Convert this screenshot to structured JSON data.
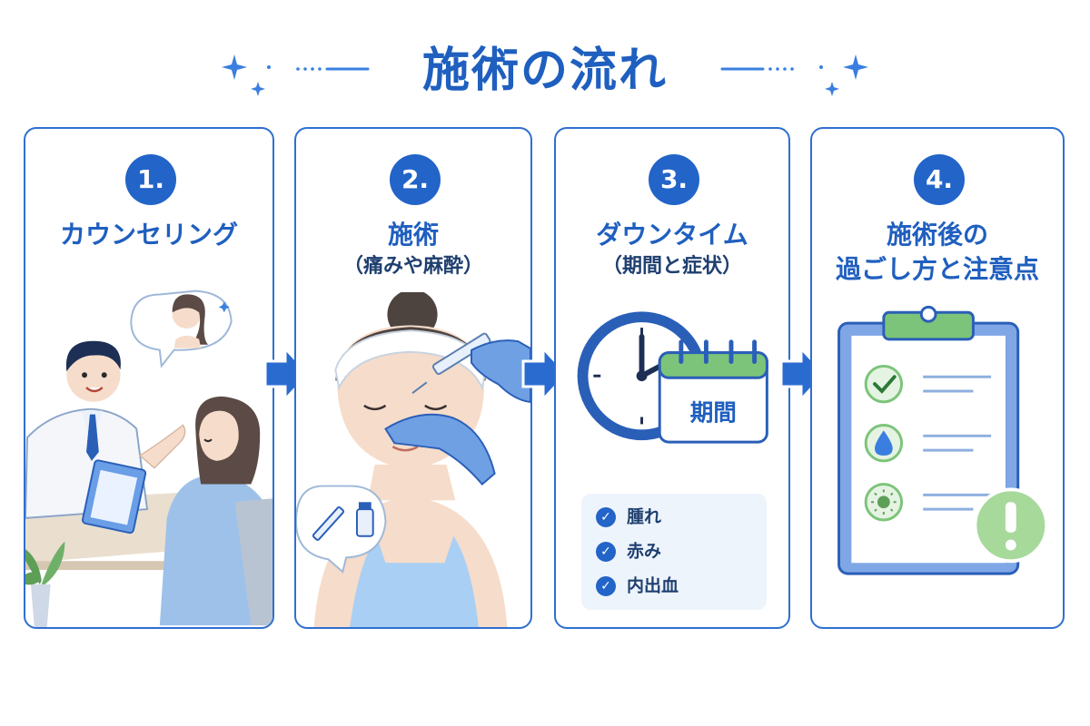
{
  "title": "施術の流れ",
  "colors": {
    "primary": "#2264c8",
    "title": "#1f5fbf",
    "border": "#2f6fd0",
    "accent_green": "#7cc47a",
    "skin": "#f6dccb"
  },
  "steps": [
    {
      "number": "1.",
      "title": "カウンセリング",
      "subtitle": "",
      "illustration": "doctor-patient-counseling"
    },
    {
      "number": "2.",
      "title": "施術",
      "subtitle": "（痛みや麻酔）",
      "illustration": "injection-treatment"
    },
    {
      "number": "3.",
      "title": "ダウンタイム",
      "subtitle": "（期間と症状）",
      "illustration": "clock-calendar",
      "calendar_label": "期間",
      "symptoms": [
        "腫れ",
        "赤み",
        "内出血"
      ]
    },
    {
      "number": "4.",
      "title": "施術後の",
      "title_line2": "過ごし方と注意点",
      "illustration": "clipboard-checklist",
      "checklist_icons": [
        "check-icon",
        "water-drop-icon",
        "sun-icon"
      ],
      "alert_icon": "exclamation-icon"
    }
  ]
}
